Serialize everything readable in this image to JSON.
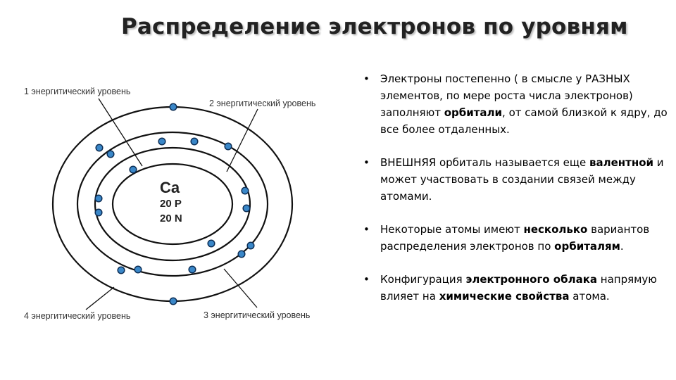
{
  "slide": {
    "title": "Распределение электронов по уровням"
  },
  "diagram": {
    "level_labels": {
      "level1": "1 энергитический уровень",
      "level2": "2 энергитический уровень",
      "level3": "3 энергитический уровень",
      "level4": "4 энергитический уровень"
    },
    "nucleus": {
      "symbol": "Ca",
      "protons": "20 P",
      "neutrons": "20 N"
    },
    "electron_color": "#3a87c8",
    "ring_color": "#111111"
  },
  "bullets": [
    {
      "a": "Электроны постепенно ( в смысле у РАЗНЫХ элементов, по мере роста числа электронов) заполняют ",
      "b": "орбитали",
      "c": ", от самой близкой к ядру, до все более отдаленных."
    },
    {
      "a": "ВНЕШНЯЯ орбиталь называется еще ",
      "b": "валентной",
      "c": " и может участвовать в создании связей между атомами."
    },
    {
      "a": "Некоторые атомы имеют ",
      "b": "несколько",
      "c": " вариантов распределения электронов по ",
      "d": "орбиталям",
      "e": "."
    },
    {
      "a": "Конфигурация ",
      "b": "электронного облака",
      "c": " напрямую влияет на ",
      "d": "химические свойства",
      "e": " атома."
    }
  ]
}
